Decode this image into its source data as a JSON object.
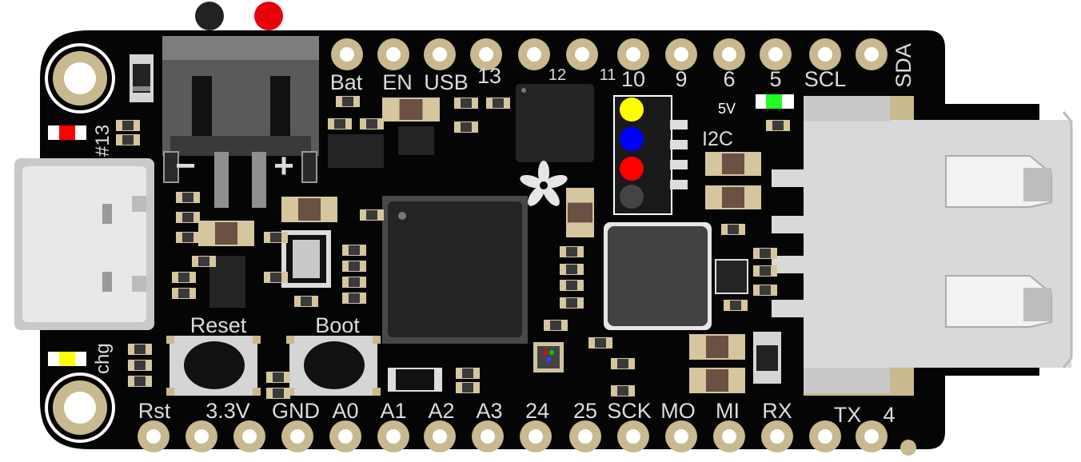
{
  "board": {
    "top_pins": [
      "Bat",
      "EN",
      "USB",
      "13",
      "12",
      "11",
      "10",
      "9",
      "6",
      "5",
      "SCL",
      "SDA"
    ],
    "bottom_pins": [
      "Rst",
      "3.3V",
      "GND",
      "A0",
      "A1",
      "A2",
      "A3",
      "24",
      "25",
      "SCK",
      "MO",
      "MI",
      "RX",
      "TX",
      "4"
    ],
    "side_labels": {
      "led13": "#13",
      "charge": "chg",
      "i2c": "I2C",
      "volt": "5V"
    },
    "buttons": {
      "reset": "Reset",
      "boot": "Boot"
    },
    "battery": {
      "minus": "−",
      "plus": "+"
    },
    "battery_wire_colors": {
      "negative": "#222222",
      "positive": "#e8000b"
    },
    "i2c_port_colors": [
      "#ffff00",
      "#0000ff",
      "#ff0000",
      "#444444"
    ],
    "leds": {
      "led13": "#ff0000",
      "power": "#22ff22",
      "charge": "#ffff00"
    },
    "board_color": "#000000",
    "pad_color": "#c8b98e",
    "silk_color": "#dcdcdc"
  }
}
